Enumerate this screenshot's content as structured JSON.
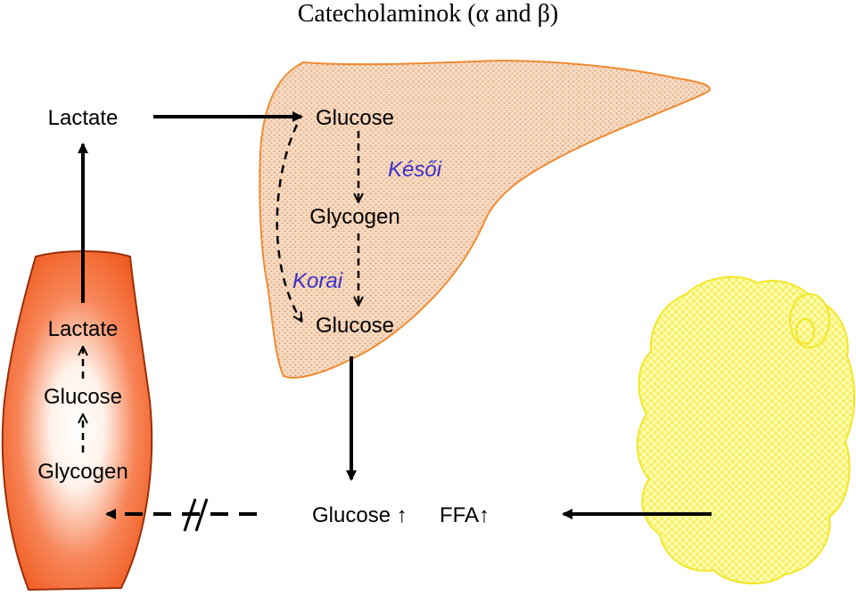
{
  "title": "Catecholaminok (α and β)",
  "colors": {
    "liver_fill": "#f3d2b4",
    "liver_stroke": "#ee8b33",
    "muscle_edge": "#f05a1e",
    "muscle_center": "#ffffff",
    "fat_fill": "#ffff9a",
    "fat_stroke": "#f2e626",
    "note_color": "#3b2fc9",
    "arrow_color": "#000000"
  },
  "muscle": {
    "lactate": "Lactate",
    "glucose": "Glucose",
    "glycogen": "Glycogen"
  },
  "lactate_top": "Lactate",
  "liver": {
    "glucose_in": "Glucose",
    "glycogen": "Glycogen",
    "glucose_out": "Glucose",
    "late_label": "Késői",
    "early_label": "Korai"
  },
  "blood": {
    "glucose": "Glucose ↑",
    "ffa": "FFA↑"
  },
  "icons": [
    "liver-shape",
    "muscle-shape",
    "adipose-tissue-shape"
  ]
}
